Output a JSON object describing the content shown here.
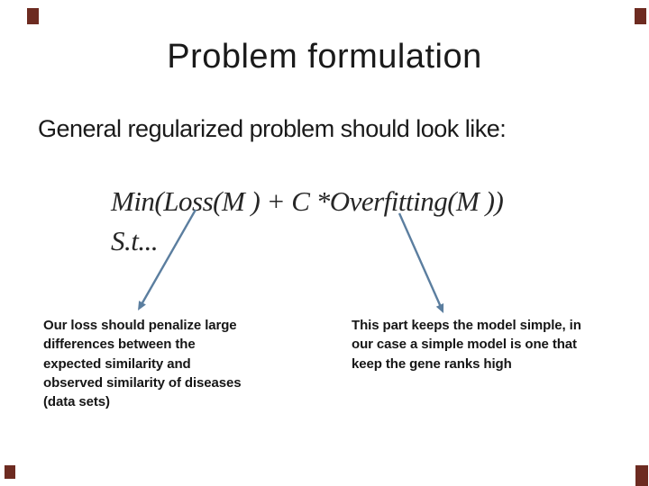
{
  "slide": {
    "title": "Problem formulation",
    "subtitle": "General regularized problem should look like:",
    "formula": {
      "line1": "Min(Loss(M ) + C *Overfitting(M ))",
      "line2": "S.t..."
    },
    "annotations": {
      "left_text": "Our loss should penalize large\ndifferences between the\nexpected similarity and\nobserved similarity of diseases\n(data sets)",
      "right_text": "This part keeps the model simple, in\nour case a simple model is one that\nkeep the gene ranks high"
    },
    "colors": {
      "background": "#ffffff",
      "text": "#1a1a1a",
      "arrow": "#5b7e9f",
      "corner_mark": "#6d2b21"
    }
  }
}
